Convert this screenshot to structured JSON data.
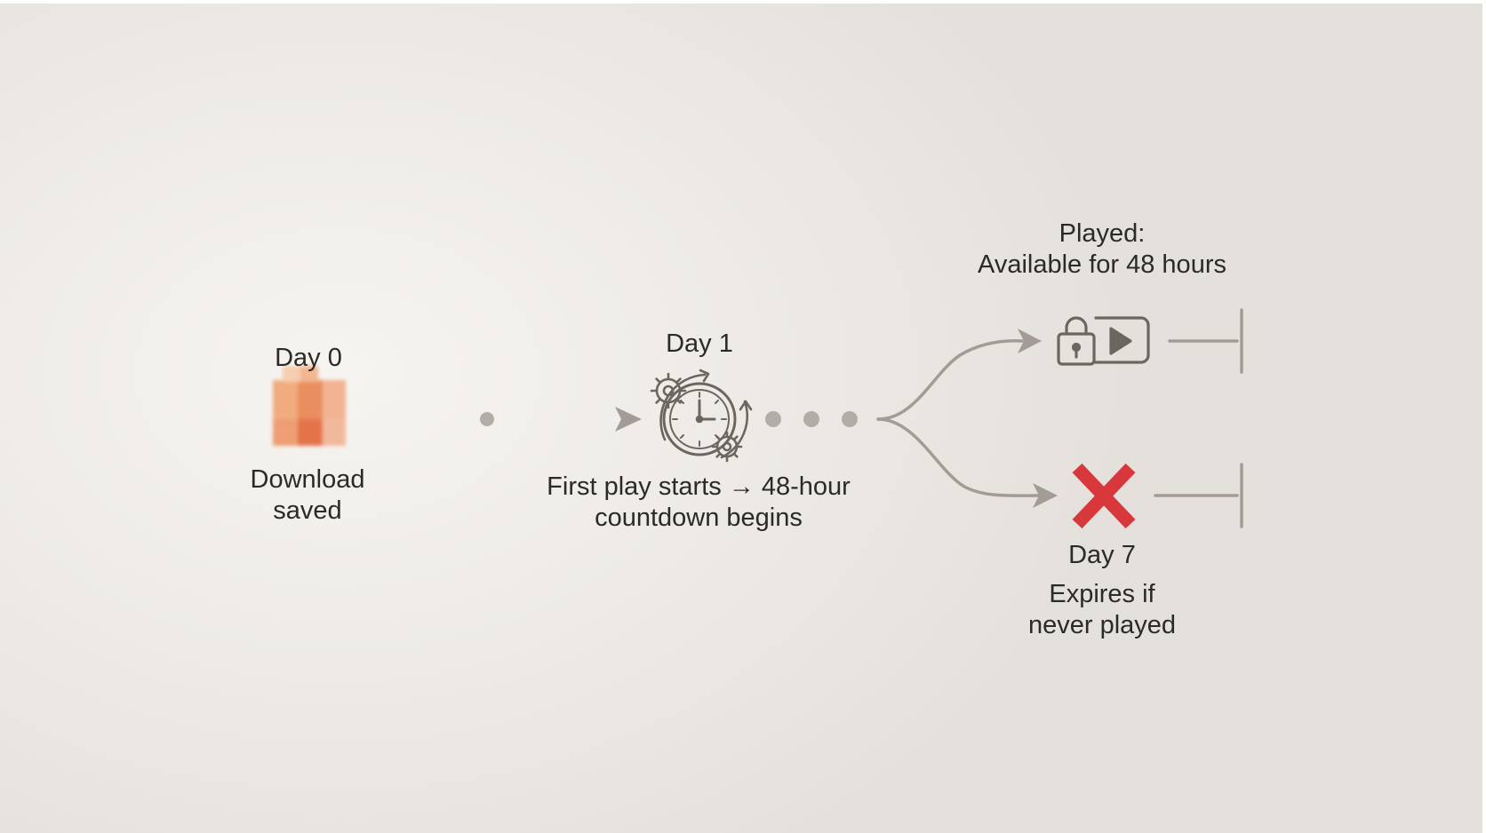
{
  "diagram": {
    "day0": {
      "title": "Day 0",
      "caption_line1": "Download",
      "caption_line2": "saved"
    },
    "day1": {
      "title": "Day 1",
      "caption_line1": "First play starts → 48-hour",
      "caption_line2": "countdown begins"
    },
    "played": {
      "title_line1": "Played:",
      "title_line2": "Available for 48 hours"
    },
    "day7": {
      "title": "Day 7",
      "caption_line1": "Expires if",
      "caption_line2": "never played"
    },
    "icons": {
      "download": "blurred-orange-download-icon",
      "timer": "stopwatch-gears-icon",
      "available": "lock-play-icon",
      "expired": "red-x-icon"
    },
    "colors": {
      "line": "#a39c96",
      "dots": "#b3ada7",
      "icon_stroke": "#6c6661",
      "expired": "#d8383c",
      "download": "#e8875a",
      "text": "#2c2a28"
    }
  }
}
